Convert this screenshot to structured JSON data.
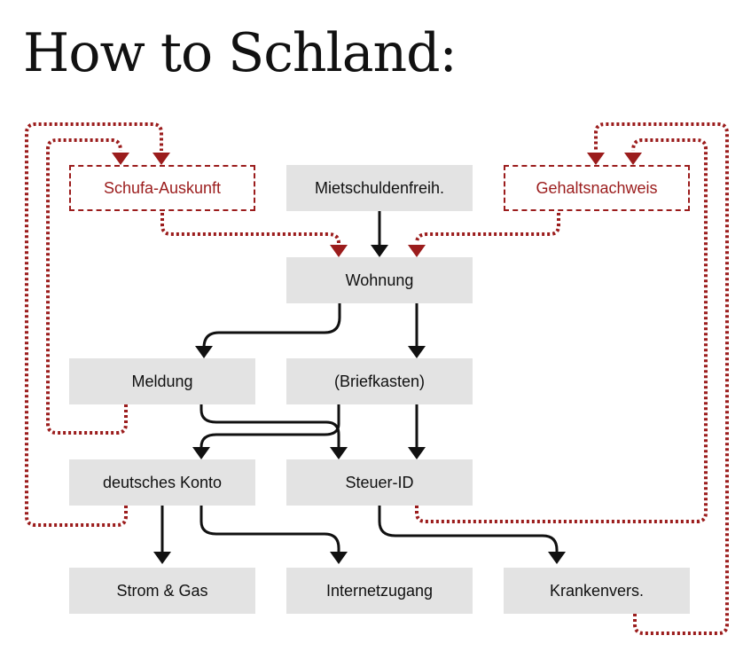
{
  "title": "How to Schland:",
  "colors": {
    "node_fill": "#e3e3e3",
    "prereq_color": "#9b1c1c",
    "arrow_color": "#111111"
  },
  "nodes": {
    "schufa": "Schufa-Auskunft",
    "mietschulden": "Mietschuldenfreih.",
    "gehalt": "Gehaltsnachweis",
    "wohnung": "Wohnung",
    "meldung": "Meldung",
    "briefkasten": "(Briefkasten)",
    "konto": "deutsches Konto",
    "steuer": "Steuer-ID",
    "strom": "Strom & Gas",
    "internet": "Internetzugang",
    "kranken": "Krankenvers."
  },
  "edges": {
    "solid": [
      [
        "Mietschuldenfreih.",
        "Wohnung"
      ],
      [
        "Wohnung",
        "Meldung"
      ],
      [
        "Wohnung",
        "(Briefkasten)"
      ],
      [
        "Meldung",
        "Steuer-ID"
      ],
      [
        "(Briefkasten)",
        "deutsches Konto"
      ],
      [
        "(Briefkasten)",
        "Steuer-ID"
      ],
      [
        "deutsches Konto",
        "Strom & Gas"
      ],
      [
        "deutsches Konto",
        "Internetzugang"
      ],
      [
        "Steuer-ID",
        "Krankenvers."
      ]
    ],
    "dotted": [
      [
        "Schufa-Auskunft",
        "Wohnung"
      ],
      [
        "Gehaltsnachweis",
        "Wohnung"
      ],
      [
        "Meldung",
        "Schufa-Auskunft"
      ],
      [
        "deutsches Konto",
        "Schufa-Auskunft"
      ],
      [
        "Steuer-ID",
        "Gehaltsnachweis"
      ],
      [
        "Krankenvers.",
        "Gehaltsnachweis"
      ]
    ]
  }
}
